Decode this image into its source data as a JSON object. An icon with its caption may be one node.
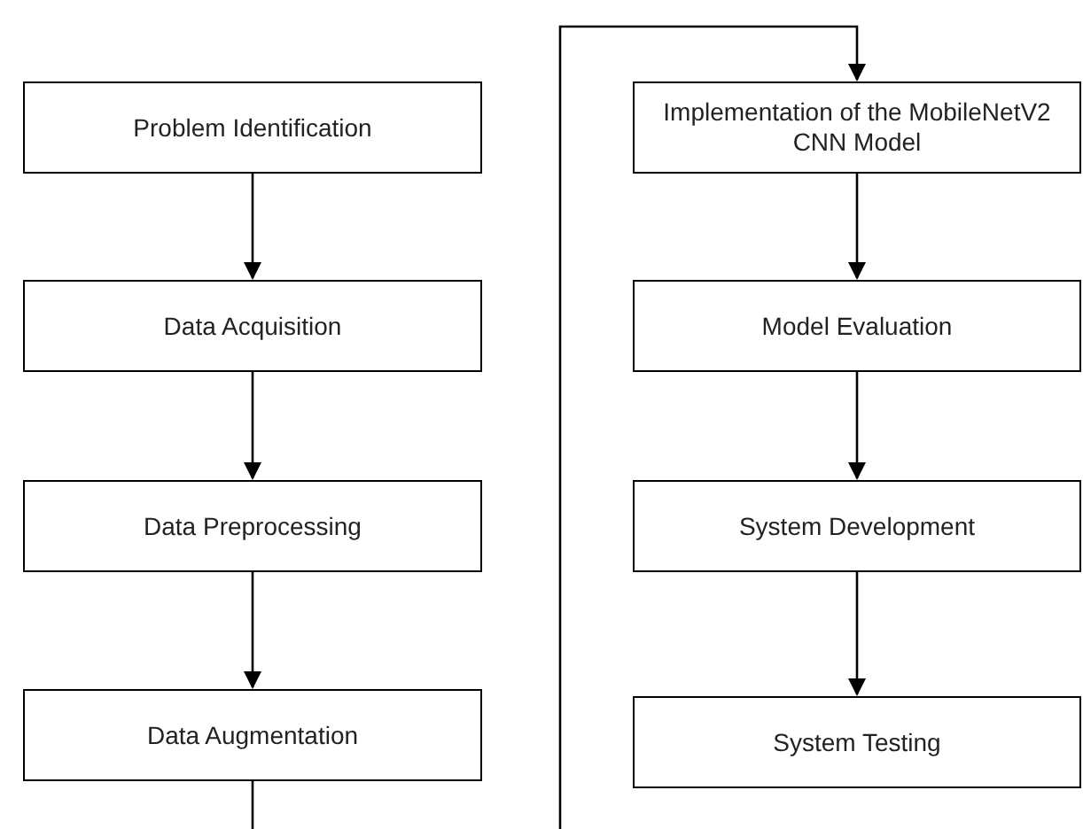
{
  "diagram": {
    "nodes": [
      {
        "text": [
          "Problem Identification"
        ]
      },
      {
        "text": [
          "Data Acquisition"
        ]
      },
      {
        "text": [
          "Data Preprocessing"
        ]
      },
      {
        "text": [
          "Data Augmentation"
        ]
      },
      {
        "text": [
          "Implementation of the MobileNetV2 CNN Model"
        ]
      },
      {
        "text": [
          "Model Evaluation"
        ]
      },
      {
        "text": [
          "System Development"
        ]
      },
      {
        "text": [
          "System Testing"
        ]
      }
    ],
    "edges": [
      {
        "from": 0,
        "to": 1,
        "arrow": "to"
      },
      {
        "from": 1,
        "to": 2,
        "arrow": "to"
      },
      {
        "from": 2,
        "to": 3,
        "arrow": "to"
      },
      {
        "from": 3,
        "to": 4,
        "arrow": "to"
      },
      {
        "from": 4,
        "to": 5,
        "arrow": "to"
      },
      {
        "from": 5,
        "to": 6,
        "arrow": "to"
      },
      {
        "from": 6,
        "to": 7,
        "arrow": "to"
      }
    ]
  }
}
